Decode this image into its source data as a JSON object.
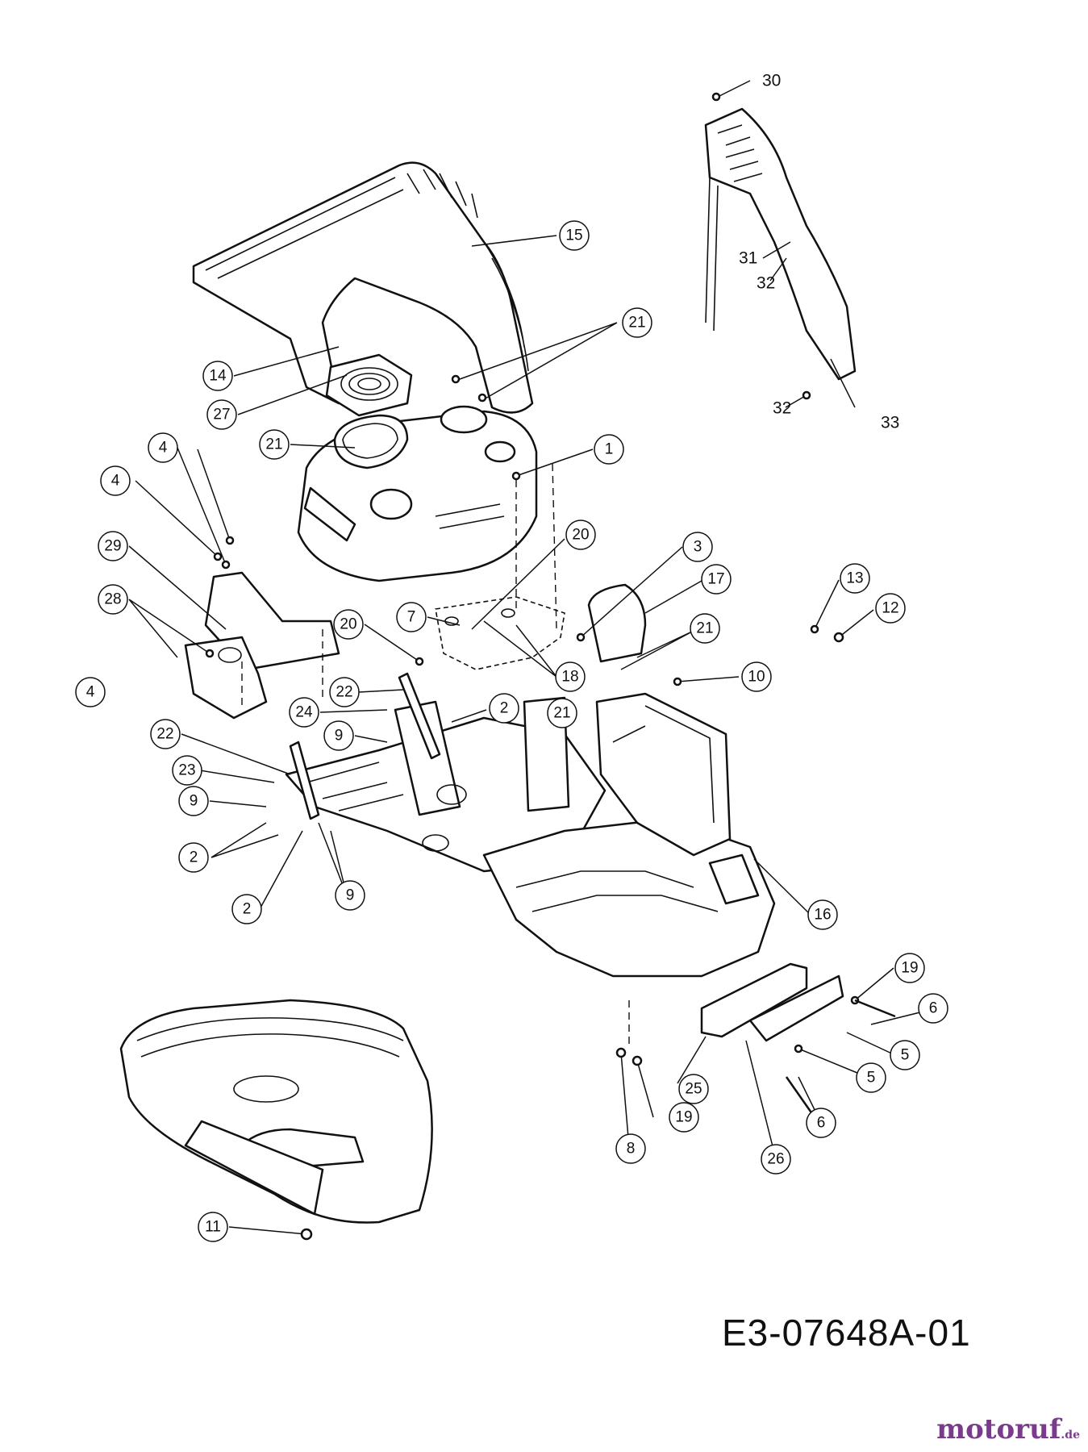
{
  "diagram": {
    "drawing_code": "E3-07648A-01",
    "watermark": {
      "main": "motoruf",
      "suffix": ".de"
    },
    "callouts": [
      {
        "id": "c30",
        "label": "30"
      },
      {
        "id": "c15",
        "label": "15"
      },
      {
        "id": "c21a",
        "label": "21"
      },
      {
        "id": "c14",
        "label": "14"
      },
      {
        "id": "c27",
        "label": "27"
      },
      {
        "id": "c21b",
        "label": "21"
      },
      {
        "id": "c1",
        "label": "1"
      },
      {
        "id": "c4a",
        "label": "4"
      },
      {
        "id": "c4b",
        "label": "4"
      },
      {
        "id": "c29",
        "label": "29"
      },
      {
        "id": "c28",
        "label": "28"
      },
      {
        "id": "c4c",
        "label": "4"
      },
      {
        "id": "c20a",
        "label": "20"
      },
      {
        "id": "c20b",
        "label": "20"
      },
      {
        "id": "c7",
        "label": "7"
      },
      {
        "id": "c18",
        "label": "18"
      },
      {
        "id": "c3",
        "label": "3"
      },
      {
        "id": "c17",
        "label": "17"
      },
      {
        "id": "c13",
        "label": "13"
      },
      {
        "id": "c12",
        "label": "12"
      },
      {
        "id": "c21c",
        "label": "21"
      },
      {
        "id": "c21d",
        "label": "21"
      },
      {
        "id": "c10",
        "label": "10"
      },
      {
        "id": "c22a",
        "label": "22"
      },
      {
        "id": "c24",
        "label": "24"
      },
      {
        "id": "c2a",
        "label": "2"
      },
      {
        "id": "c9a",
        "label": "9"
      },
      {
        "id": "c22b",
        "label": "22"
      },
      {
        "id": "c23",
        "label": "23"
      },
      {
        "id": "c9b",
        "label": "9"
      },
      {
        "id": "c2b",
        "label": "2"
      },
      {
        "id": "c2c",
        "label": "2"
      },
      {
        "id": "c9c",
        "label": "9"
      },
      {
        "id": "c16",
        "label": "16"
      },
      {
        "id": "c19a",
        "label": "19"
      },
      {
        "id": "c6a",
        "label": "6"
      },
      {
        "id": "c5a",
        "label": "5"
      },
      {
        "id": "c5b",
        "label": "5"
      },
      {
        "id": "c25",
        "label": "25"
      },
      {
        "id": "c19b",
        "label": "19"
      },
      {
        "id": "c6b",
        "label": "6"
      },
      {
        "id": "c8",
        "label": "8"
      },
      {
        "id": "c26",
        "label": "26"
      },
      {
        "id": "c11",
        "label": "11"
      }
    ],
    "plain_labels": [
      {
        "id": "t30",
        "label": "30"
      },
      {
        "id": "t31",
        "label": "31"
      },
      {
        "id": "t32a",
        "label": "32"
      },
      {
        "id": "t32b",
        "label": "32"
      },
      {
        "id": "t33",
        "label": "33"
      }
    ]
  }
}
